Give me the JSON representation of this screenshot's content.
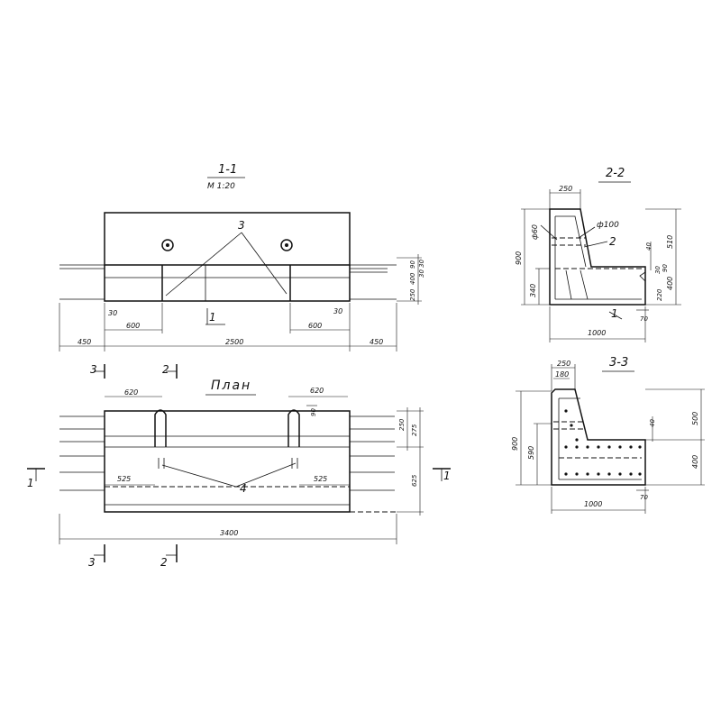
{
  "section_1_1": {
    "title": "1-1",
    "scale": "М 1:20",
    "callout_3": "3",
    "callout_1": "1",
    "dim_30_left": "30",
    "dim_600_left": "600",
    "dim_600_right": "600",
    "dim_30_right": "30",
    "dim_450_left": "450",
    "dim_2500": "2500",
    "dim_450_right": "450",
    "dim_90": "90",
    "dim_30_30": "30 30",
    "dim_400": "400",
    "dim_250": "250"
  },
  "plan": {
    "title": "План",
    "dim_620_left": "620",
    "dim_620_right": "620",
    "dim_525_left": "525",
    "dim_525_right": "525",
    "dim_90": "90",
    "dim_250": "250",
    "dim_275": "275",
    "dim_625": "625",
    "dim_3400": "3400",
    "callout_4": "4",
    "cut_3_top": "3",
    "cut_2_top": "2",
    "cut_3_bottom": "3",
    "cut_2_bottom": "2",
    "cut_1_left": "1",
    "cut_1_right": "1"
  },
  "section_2_2": {
    "title": "2-2",
    "dim_250": "250",
    "dim_900": "900",
    "dim_phi60": "ф60",
    "dim_phi100": "ф100",
    "callout_2": "2",
    "dim_510": "510",
    "dim_40_top": "40",
    "dim_30": "30",
    "dim_90": "90",
    "dim_340": "340",
    "dim_220": "220",
    "dim_400": "400",
    "dim_70": "70",
    "callout_1": "1",
    "dim_1000": "1000"
  },
  "section_3_3": {
    "title": "3-3",
    "dim_250": "250",
    "dim_180": "180",
    "dim_900": "900",
    "dim_590": "590",
    "dim_40": "40",
    "dim_500": "500",
    "dim_400": "400",
    "dim_70": "70",
    "dim_1000": "1000"
  }
}
